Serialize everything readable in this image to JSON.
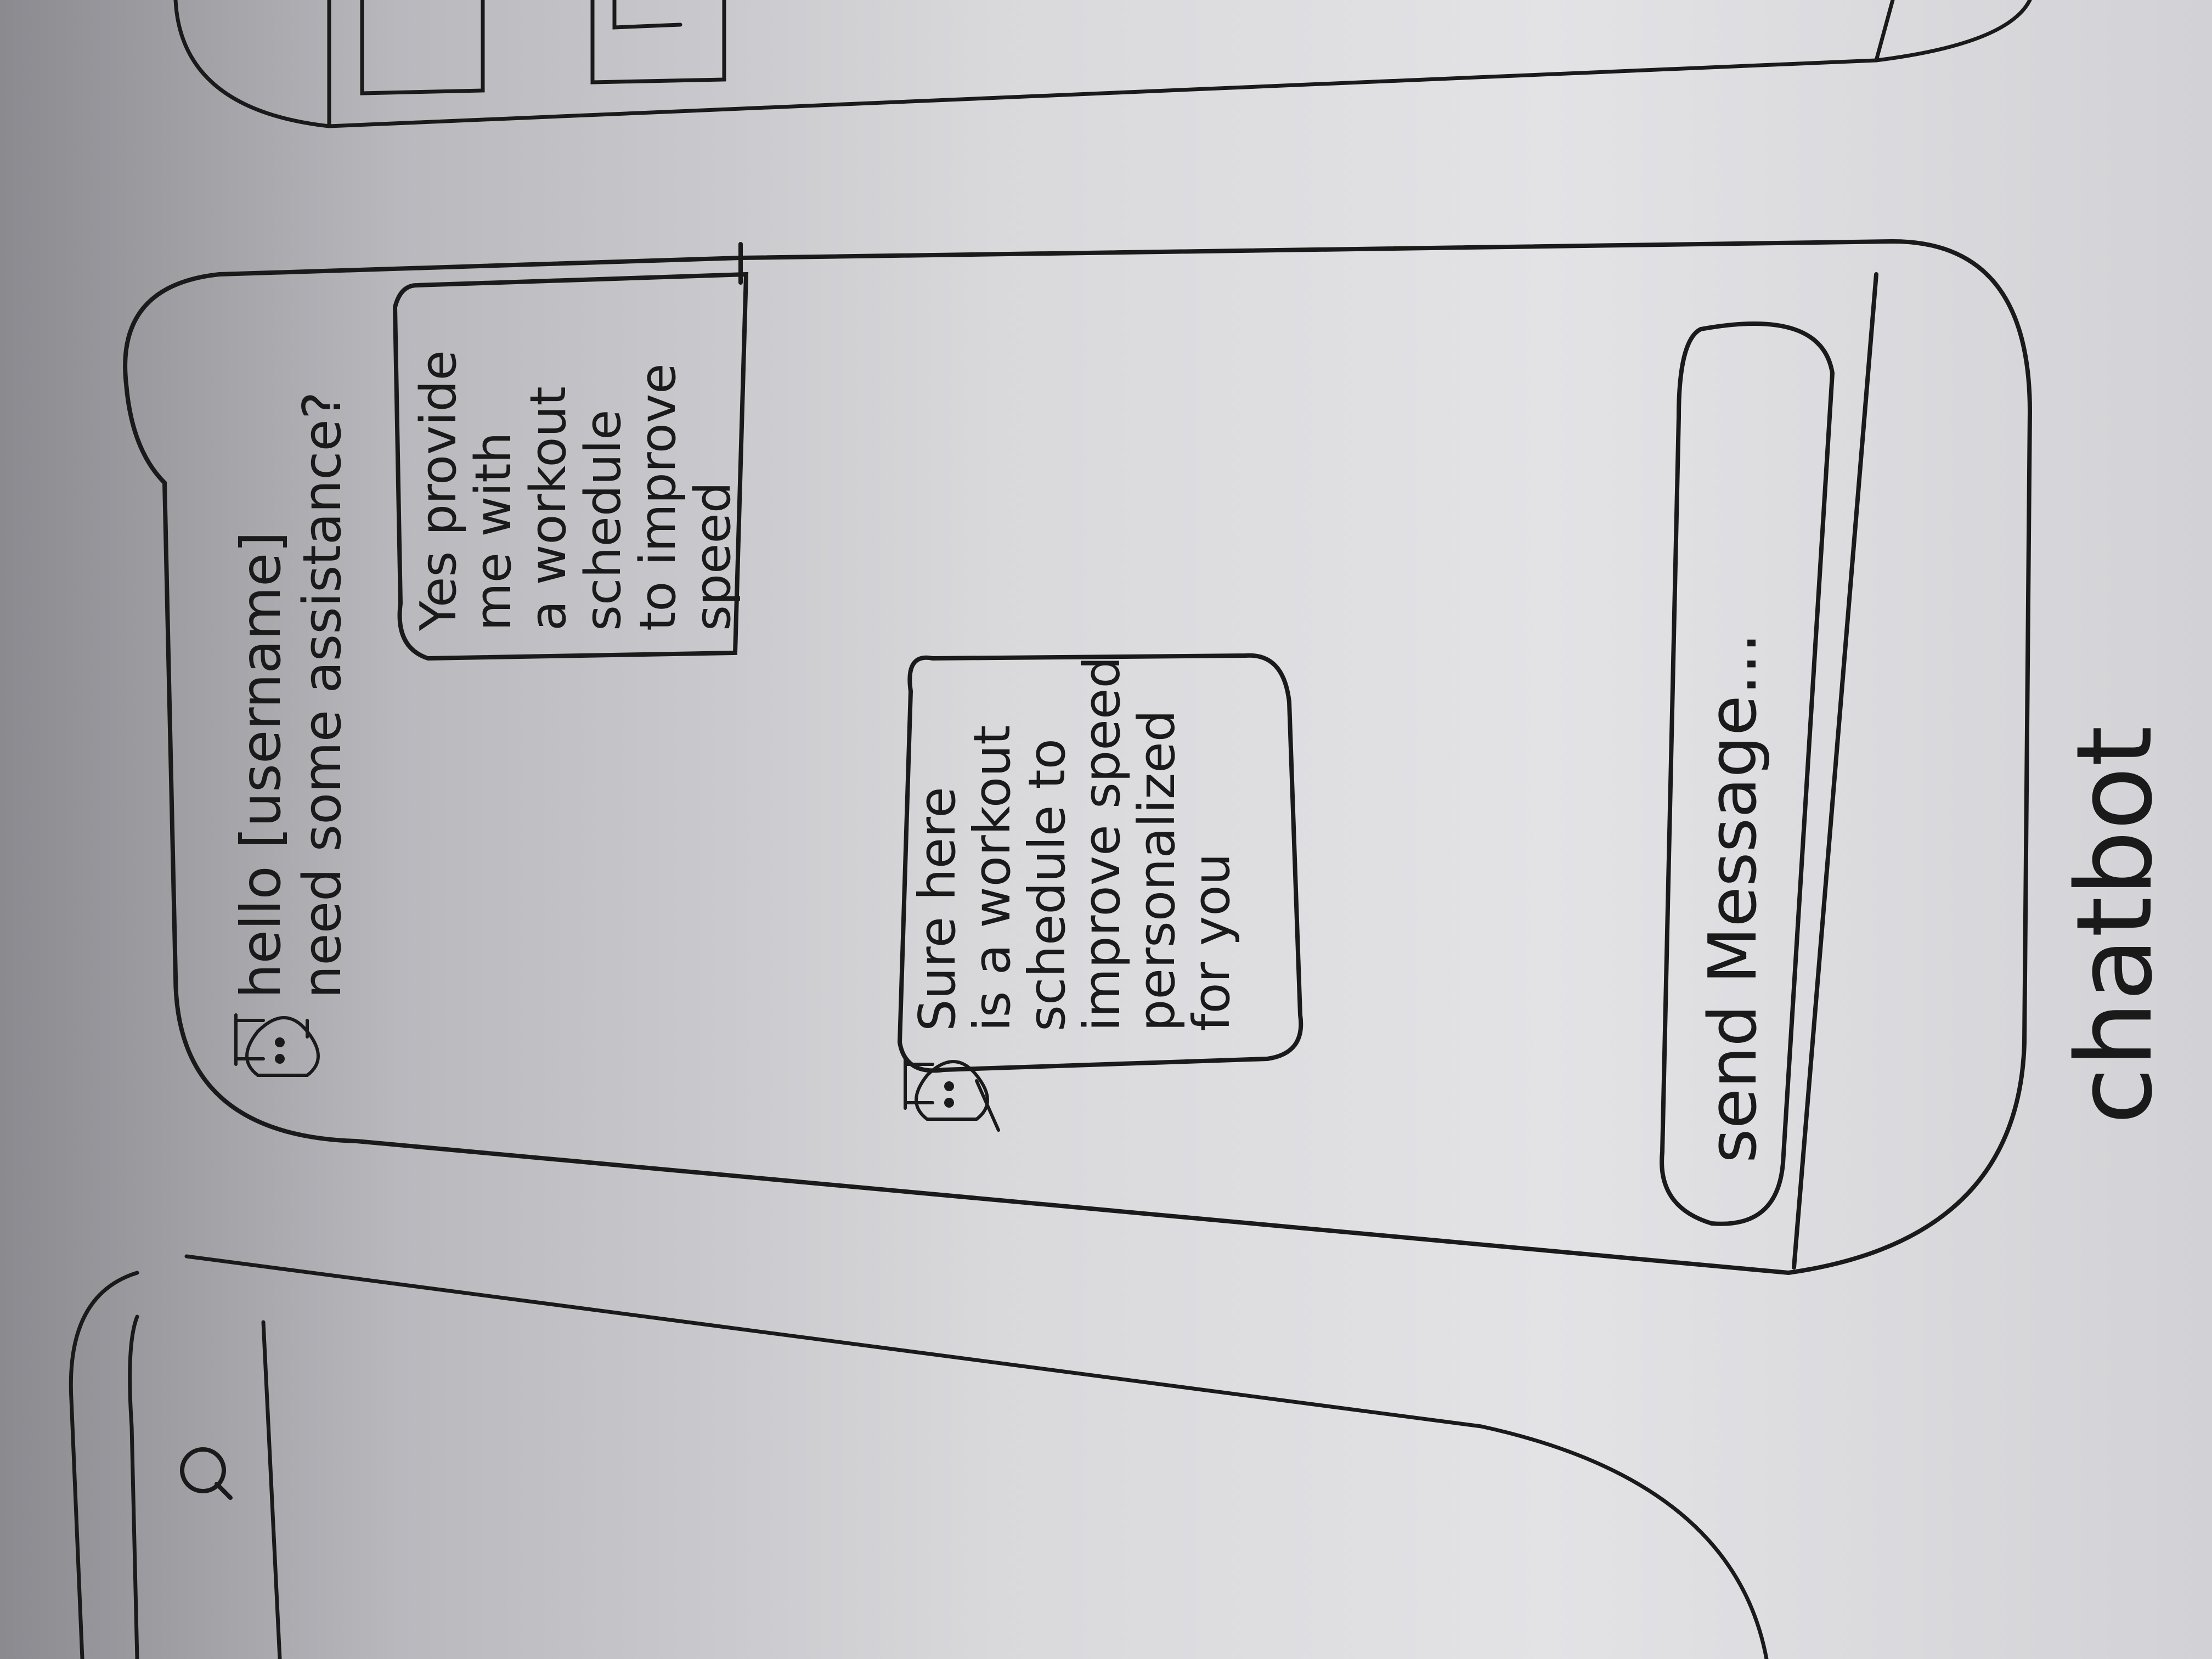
{
  "chatbot": {
    "caption": "chatbot",
    "bot_greeting_line1": "hello [username]",
    "bot_greeting_line2": "need some assistance?",
    "user_message": [
      "Yes provide",
      "me with",
      "a workout",
      "schedule",
      "to improve",
      "speed"
    ],
    "bot_reply": [
      "Sure here",
      "is a workout",
      "schedule to",
      "improve speed",
      "personalized",
      "for you"
    ],
    "input_placeholder": "send Message..."
  },
  "icons": {
    "bot_avatar": "robot-icon",
    "search": "search-icon"
  },
  "colors": {
    "ink": "#1a1a1a",
    "paper": "#dcdcdf"
  }
}
